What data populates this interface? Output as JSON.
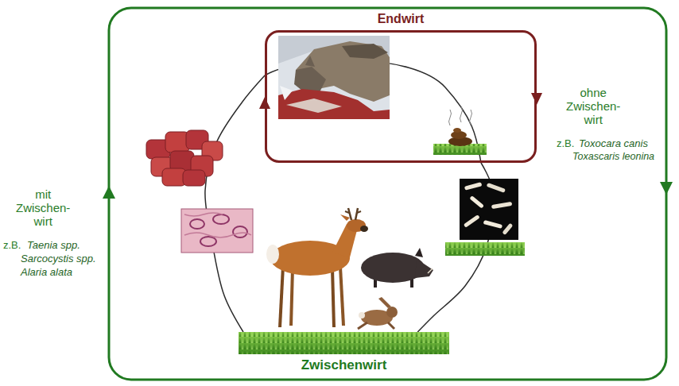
{
  "diagram": {
    "nodes": [
      {
        "text": [
          "Endwirt"
        ]
      },
      {
        "text": [
          "Zwischenwirt"
        ]
      }
    ],
    "edges": [
      {
        "from": 0,
        "to": 1,
        "arrow": "none"
      },
      {
        "from": 1,
        "to": 0,
        "arrow": "none"
      }
    ],
    "labels": [
      "ohne Zwischen- wirt",
      "z.B.",
      "Toxocara canis",
      "Toxascaris leonina",
      "mit Zwischen- wirt",
      "z.B.",
      "Taenia spp.",
      "Sarcocystis spp.",
      "Alaria alata"
    ]
  }
}
